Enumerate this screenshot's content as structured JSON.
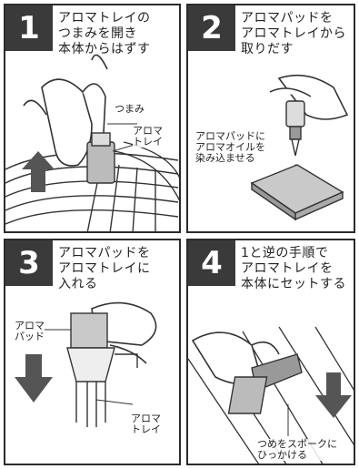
{
  "steps": [
    {
      "number": "1",
      "title": "アロマトレイの\nつまみを開き\n本体からはずす",
      "labels": {
        "knob": "つまみ",
        "tray": "アロマ\nトレイ"
      }
    },
    {
      "number": "2",
      "title": "アロマパッドを\nアロマトレイから\n取りだす",
      "labels": {
        "note": "アロマパッドに\nアロマオイルを\n染み込ませる"
      }
    },
    {
      "number": "3",
      "title": "アロマパッドを\nアロマトレイに\n入れる",
      "labels": {
        "pad": "アロマ\nパッド",
        "tray": "アロマ\nトレイ"
      }
    },
    {
      "number": "4",
      "title": "1と逆の手順で\nアロマトレイを\n本体にセットする",
      "labels": {
        "note": "つめをスポークに\nひっかける"
      }
    }
  ],
  "colors": {
    "number_bg": "#3a3a3a",
    "arrow": "#555555",
    "line": "#2b2b2b"
  }
}
